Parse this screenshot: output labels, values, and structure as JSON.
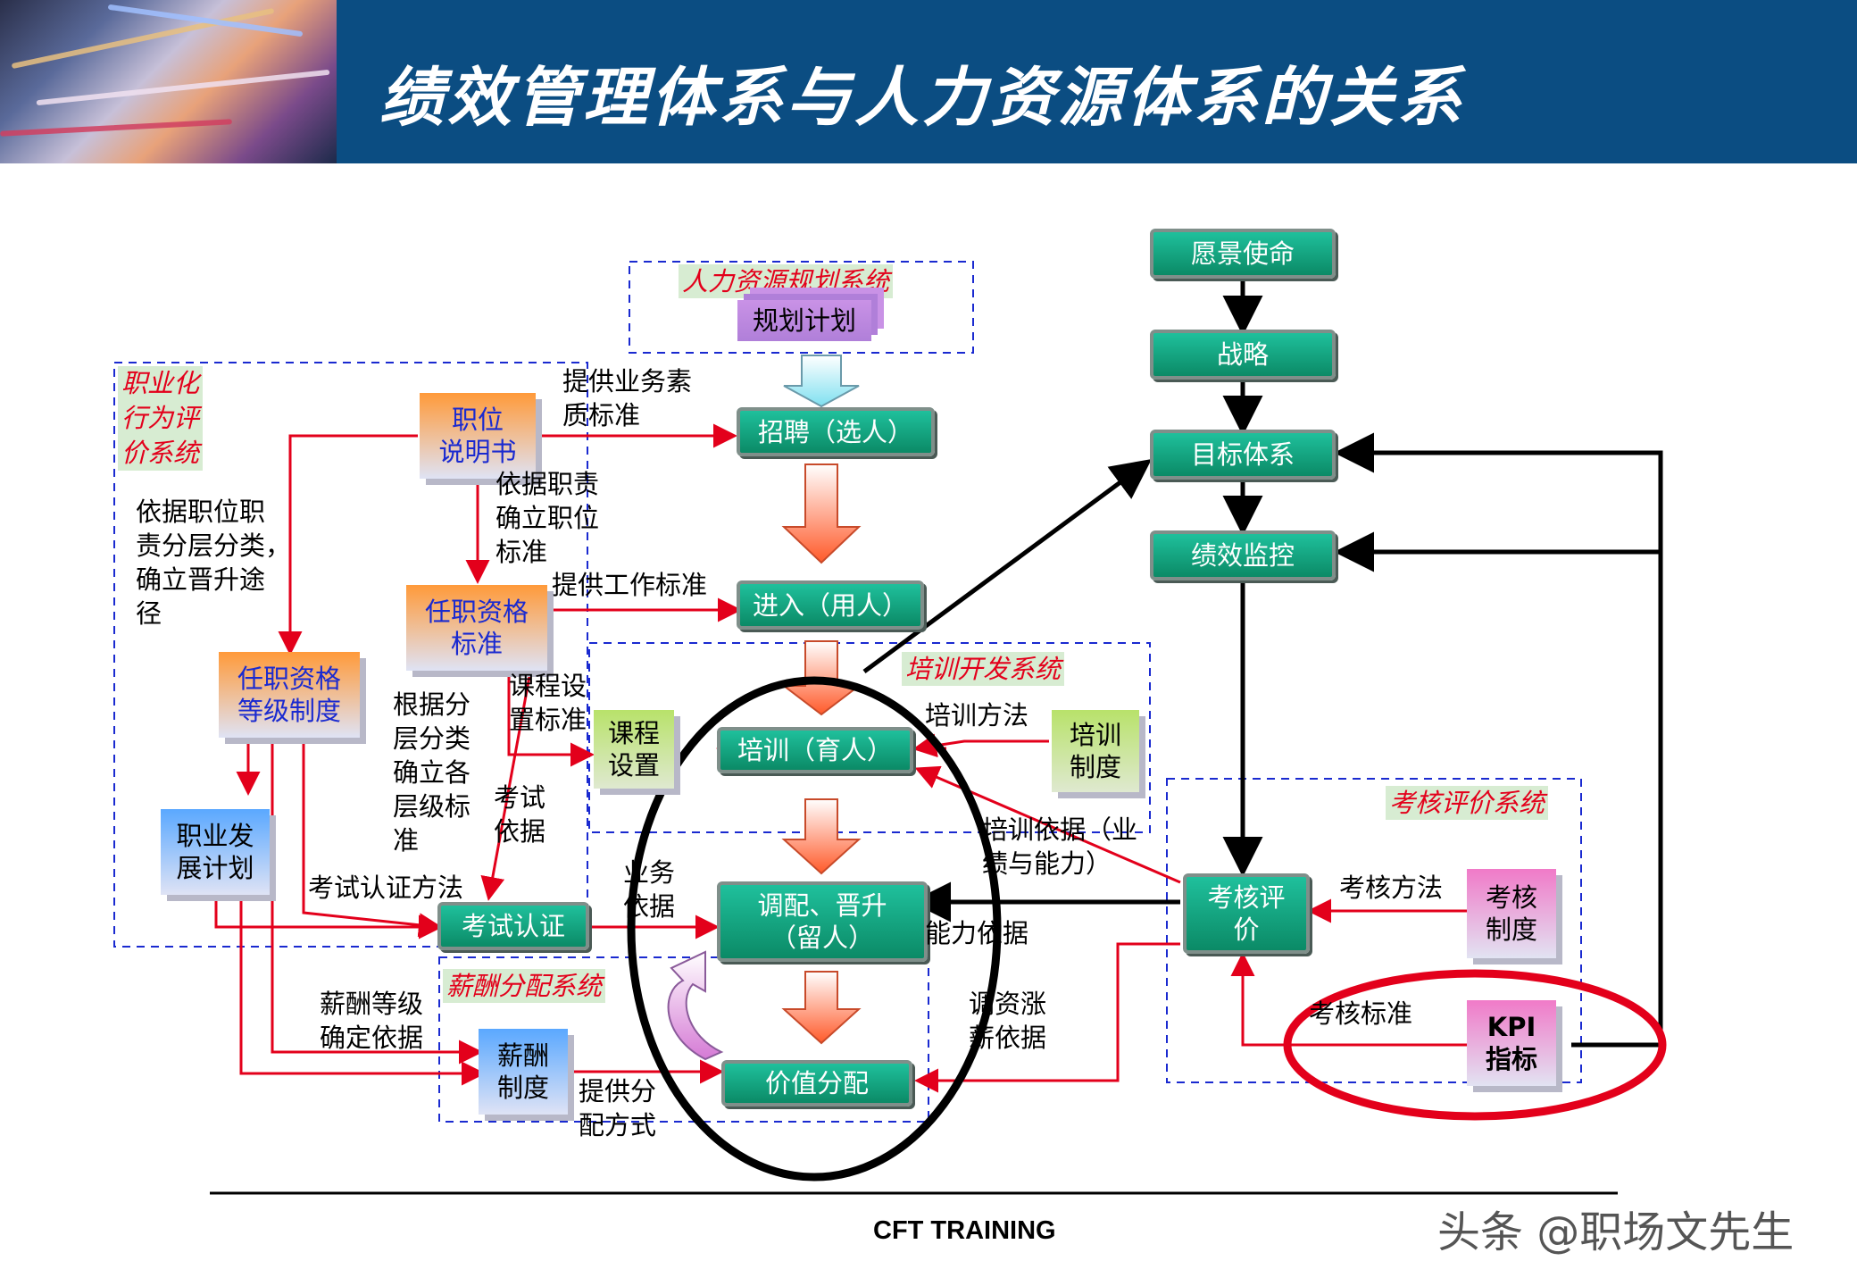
{
  "title": "绩效管理体系与人力资源体系的关系",
  "footer": "CFT TRAINING",
  "watermark": "头条 @职场文先生",
  "systems": {
    "planning": "人力资源规划系统",
    "career": "职业化\n行为评\n价系统",
    "training": "培训开发系统",
    "salary": "薪酬分配系统",
    "assessment": "考核评价系统"
  },
  "green_boxes": {
    "vision": "愿景使命",
    "strategy": "战略",
    "target": "目标体系",
    "monitor": "绩效监控",
    "recruit": "招聘（选人）",
    "entry": "进入（用人）",
    "train": "培训（育人）",
    "deploy": "调配、晋升\n（留人）",
    "value": "价值分配",
    "exam": "考试认证",
    "evaluate": "考核评\n价"
  },
  "doc_boxes": {
    "plan": "规划计划",
    "job_desc": "职位\n说明书",
    "qual_std": "任职资格\n标准",
    "qual_grade": "任职资格\n等级制度",
    "career_plan": "职业发\n展计划",
    "course": "课程\n设置",
    "train_sys": "培训\n制度",
    "salary_sys": "薪酬\n制度",
    "assess_sys": "考核\n制度",
    "kpi": "KPI\n指标"
  },
  "labels": {
    "biz_std": "提供业务素\n质标准",
    "by_duty": "依据职责\n确立职位\n标准",
    "work_std": "提供工作标准",
    "by_position": "依据职位职\n责分层分类，\n确立晋升途\n径",
    "course_std": "课程设\n置标准",
    "by_layer": "根据分\n层分类\n确立各\n层级标\n准",
    "exam_basis": "考试\n依据",
    "exam_method": "考试认证方法",
    "train_method": "培训方法",
    "train_basis": "培训依据（业\n绩与能力）",
    "biz_basis": "业务\n依据",
    "ability_basis": "能力依据",
    "assess_method": "考核方法",
    "salary_grade": "薪酬等级\n确定依据",
    "raise_basis": "调资涨\n薪依据",
    "dist_method": "提供分\n配方式",
    "assess_std": "考核标准"
  }
}
